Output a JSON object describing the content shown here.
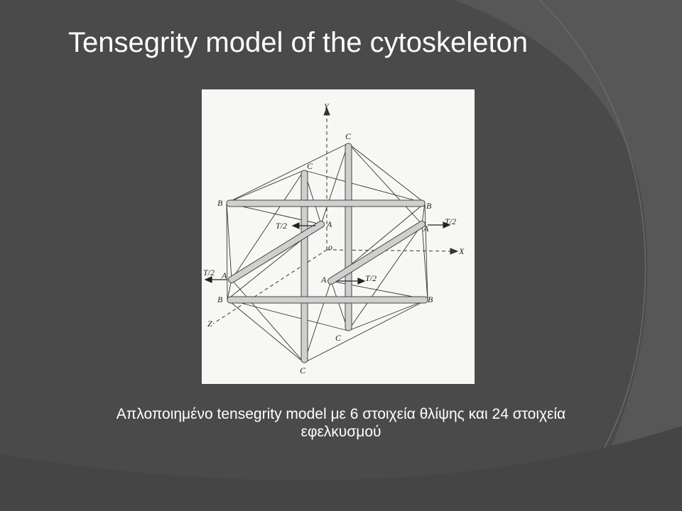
{
  "slide": {
    "title": "Tensegrity model of the cytoskeleton",
    "caption_line1": "Απλοποιημένο tensegrity model με 6 στοιχεία θλίψης και 24 στοιχεία",
    "caption_line2": "εφελκυσμού"
  },
  "figure": {
    "axis_labels": {
      "y": "Y",
      "x": "X",
      "z": "Z",
      "origin": "o"
    },
    "node_labels": {
      "c_top": "C",
      "c_upper": "C",
      "c_lower": "C",
      "c_bottom": "C",
      "b_upper_left": "B",
      "b_upper_right": "B",
      "b_lower_left": "B",
      "b_lower_right": "B",
      "a_upper_mid": "A",
      "a_right": "A",
      "a_left": "A",
      "a_lower_mid": "A"
    },
    "force_labels": {
      "upper_mid": "T/2",
      "right": "T/2",
      "left": "T/2",
      "lower_mid": "T/2"
    },
    "colors": {
      "background": "#4a4a4a",
      "figure_paper": "#f7f7f3",
      "strut_fill": "#cfcfcf",
      "cable": "#333333"
    }
  }
}
